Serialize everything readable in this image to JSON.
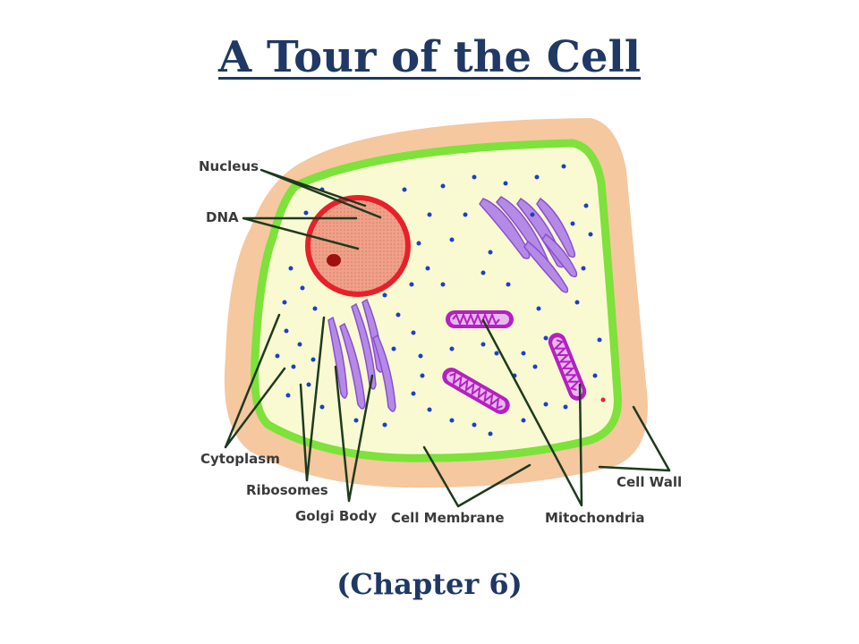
{
  "title": "A Tour of the Cell",
  "subtitle": "(Chapter 6)",
  "labels": {
    "nucleus": "Nucleus",
    "dna": "DNA",
    "cytoplasm": "Cytoplasm",
    "ribosomes": "Ribosomes",
    "golgi": "Golgi Body",
    "membrane": "Cell Membrane",
    "mitochondria": "Mitochondria",
    "cell_wall": "Cell Wall"
  },
  "colors": {
    "title": "#1f3864",
    "cell_wall": "#f5c8a0",
    "cell_membrane": "#7de23a",
    "cytoplasm": "#fafad2",
    "nucleus_fill": "#f0a088",
    "nucleus_border": "#e8202a",
    "nucleolus": "#a01010",
    "golgi": "#b58ae6",
    "mitochondria": "#b520c0",
    "ribosome": "#1a3fd0",
    "leader_line": "#1e3a1e"
  }
}
